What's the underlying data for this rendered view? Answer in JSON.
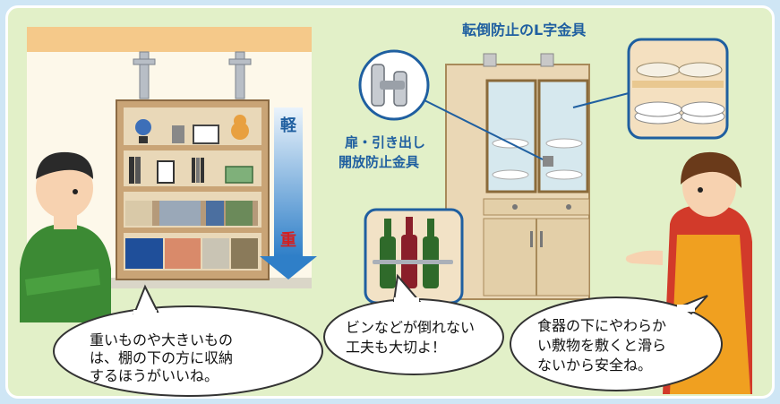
{
  "labels": {
    "l_bracket": "転倒防止のL字金具",
    "door_latch_line1": "扉・引き出し",
    "door_latch_line2": "開放防止金具",
    "light": "軽",
    "heavy": "重"
  },
  "bubbles": {
    "man": [
      "重いものや大きいもの",
      "は、棚の下の方に収納",
      "するほうがいいね。"
    ],
    "middle": [
      "ビンなどが倒れない",
      "工夫も大切よ！"
    ],
    "woman": [
      "食器の下にやわらか",
      "い敷物を敷くと滑ら",
      "ないから安全ね。"
    ]
  },
  "colors": {
    "background": "#e2f0c8",
    "frame_outer": "#cfe6f5",
    "label_blue": "#1f5fa0",
    "heavy_red": "#d42020"
  },
  "icons": [
    "man-character",
    "woman-character",
    "bookshelf",
    "cupboard",
    "bottles-inset",
    "plates-inset",
    "latch-inset",
    "weight-arrow"
  ]
}
